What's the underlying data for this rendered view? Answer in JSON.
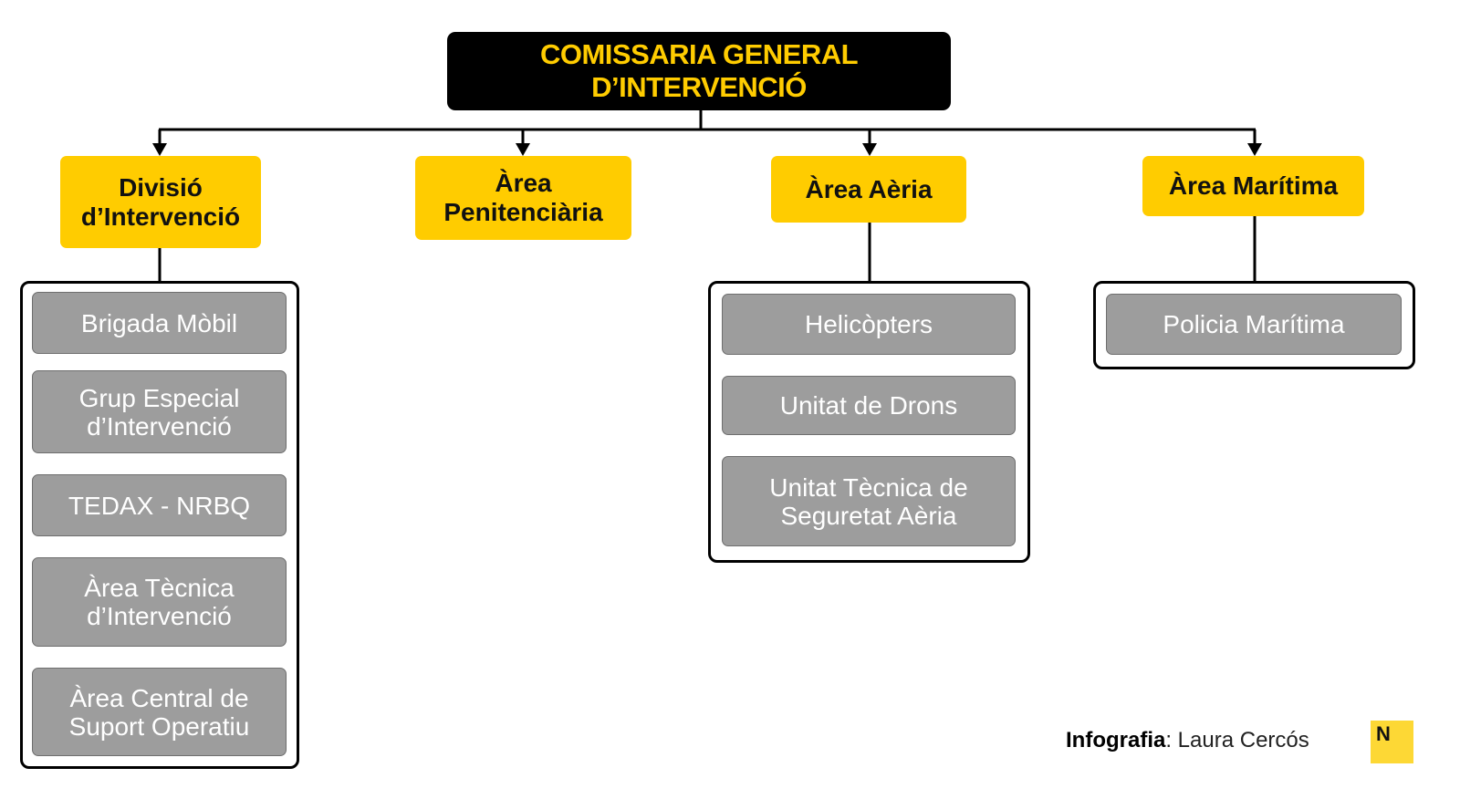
{
  "root": {
    "title": "COMISSARIA GENERAL\nD’INTERVENCIÓ"
  },
  "branches": [
    {
      "label": "Divisió\nd’Intervenció",
      "units": [
        "Brigada Mòbil",
        "Grup Especial\nd’Intervenció",
        "TEDAX - NRBQ",
        "Àrea Tècnica\nd’Intervenció",
        "Àrea Central de\nSuport Operatiu"
      ]
    },
    {
      "label": "Àrea\nPenitenciària",
      "units": []
    },
    {
      "label": "Àrea Aèria",
      "units": [
        "Helicòpters",
        "Unitat de Drons",
        "Unitat Tècnica de\nSeguretat Aèria"
      ]
    },
    {
      "label": "Àrea Marítima",
      "units": [
        "Policia Marítima"
      ]
    }
  ],
  "footer": {
    "credit_label": "Infografia",
    "credit_name": ": Laura Cercós",
    "logo": "N"
  },
  "colors": {
    "accent": "#ffcc00",
    "unit_fill": "#9d9d9d",
    "root_fill": "#000000"
  }
}
